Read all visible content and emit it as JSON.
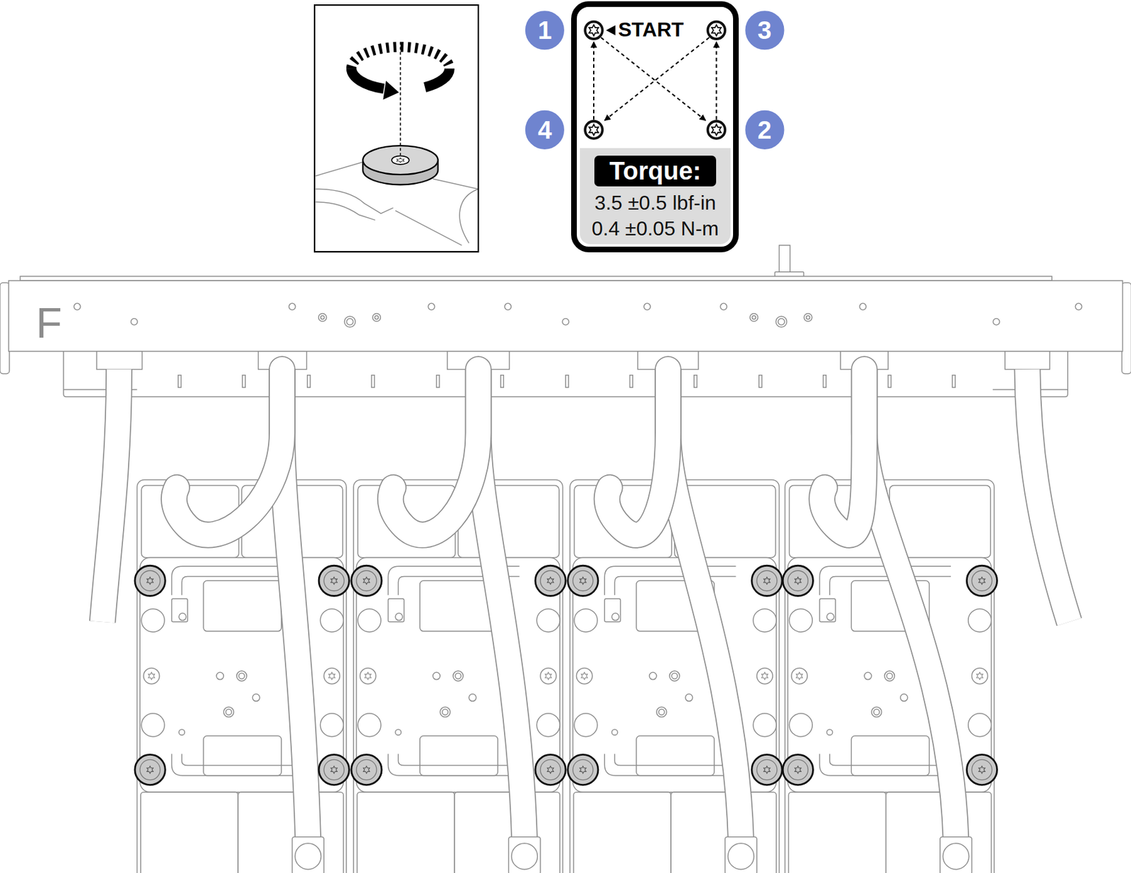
{
  "diagram": {
    "nodes": [
      {
        "text": [
          "START"
        ]
      },
      {
        "text": [
          "3.5 ±0.5 lbf-in",
          "0.4 ±0.05 N-m"
        ],
        "in": 0
      },
      {
        "text": [
          "Torque:"
        ],
        "in": 1
      }
    ],
    "labels": [
      "1",
      "3",
      "4",
      "2",
      "F"
    ]
  }
}
